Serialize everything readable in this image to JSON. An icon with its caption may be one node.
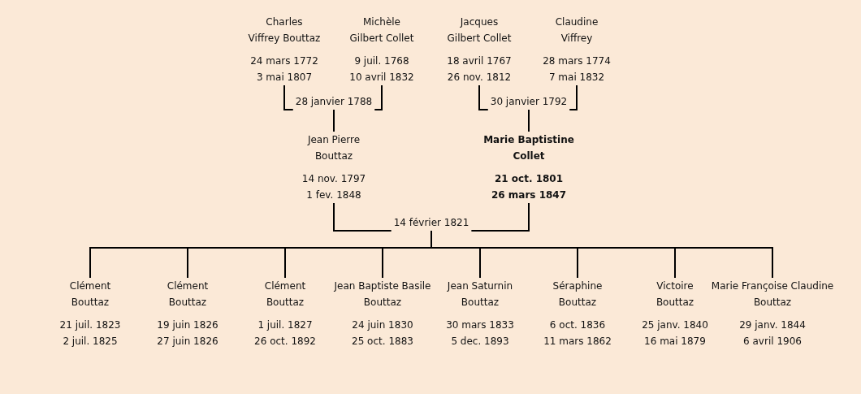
{
  "diagram": {
    "nodes": [
      {
        "text": [
          "Charles Viffrey Bouttaz",
          "24 mars 1772",
          "3 mai 1807"
        ]
      },
      {
        "text": [
          "Michèle Gilbert Collet",
          "9 juil. 1768",
          "10 avril 1832"
        ]
      },
      {
        "text": [
          "Jacques Gilbert Collet",
          "18 avril 1767",
          "26 nov. 1812"
        ]
      },
      {
        "text": [
          "Claudine Viffrey",
          "28 mars 1774",
          "7 mai 1832"
        ]
      },
      {
        "text": [
          "28 janvier 1788"
        ]
      },
      {
        "text": [
          "30 janvier 1792"
        ]
      },
      {
        "text": [
          "Jean Pierre Bouttaz",
          "14 nov. 1797",
          "1 fev. 1848"
        ]
      },
      {
        "text": [
          "Marie Baptistine Collet",
          "21 oct. 1801",
          "26 mars 1847"
        ]
      },
      {
        "text": [
          "14 février 1821"
        ]
      },
      {
        "text": [
          "Clément Bouttaz",
          "21 juil. 1823",
          "2 juil. 1825"
        ]
      },
      {
        "text": [
          "Clément Bouttaz",
          "19 juin 1826",
          "27 juin 1826"
        ]
      },
      {
        "text": [
          "Clément Bouttaz",
          "1 juil. 1827",
          "26 oct. 1892"
        ]
      },
      {
        "text": [
          "Jean Baptiste Basile Bouttaz",
          "24 juin 1830",
          "25 oct. 1883"
        ]
      },
      {
        "text": [
          "Jean Saturnin Bouttaz",
          "30 mars 1833",
          "5 dec. 1893"
        ]
      },
      {
        "text": [
          "Séraphine Bouttaz",
          "6 oct. 1836",
          "11 mars 1862"
        ]
      },
      {
        "text": [
          "Victoire Bouttaz",
          "25 janv. 1840",
          "16 mai 1879"
        ]
      },
      {
        "text": [
          "Marie Françoise Claudine Bouttaz",
          "29 janv. 1844",
          "6 avril 1906"
        ]
      }
    ],
    "edges": [
      {
        "from": 0,
        "to": 4,
        "arrow": "none"
      },
      {
        "from": 1,
        "to": 4,
        "arrow": "none"
      },
      {
        "from": 4,
        "to": 6,
        "arrow": "none"
      },
      {
        "from": 2,
        "to": 5,
        "arrow": "none"
      },
      {
        "from": 3,
        "to": 5,
        "arrow": "none"
      },
      {
        "from": 5,
        "to": 7,
        "arrow": "none"
      },
      {
        "from": 6,
        "to": 8,
        "arrow": "none"
      },
      {
        "from": 7,
        "to": 8,
        "arrow": "none"
      },
      {
        "from": 8,
        "to": 9,
        "arrow": "none"
      },
      {
        "from": 8,
        "to": 10,
        "arrow": "none"
      },
      {
        "from": 8,
        "to": 11,
        "arrow": "none"
      },
      {
        "from": 8,
        "to": 12,
        "arrow": "none"
      },
      {
        "from": 8,
        "to": 13,
        "arrow": "none"
      },
      {
        "from": 8,
        "to": 14,
        "arrow": "none"
      },
      {
        "from": 8,
        "to": 15,
        "arrow": "none"
      },
      {
        "from": 8,
        "to": 16,
        "arrow": "none"
      }
    ]
  }
}
